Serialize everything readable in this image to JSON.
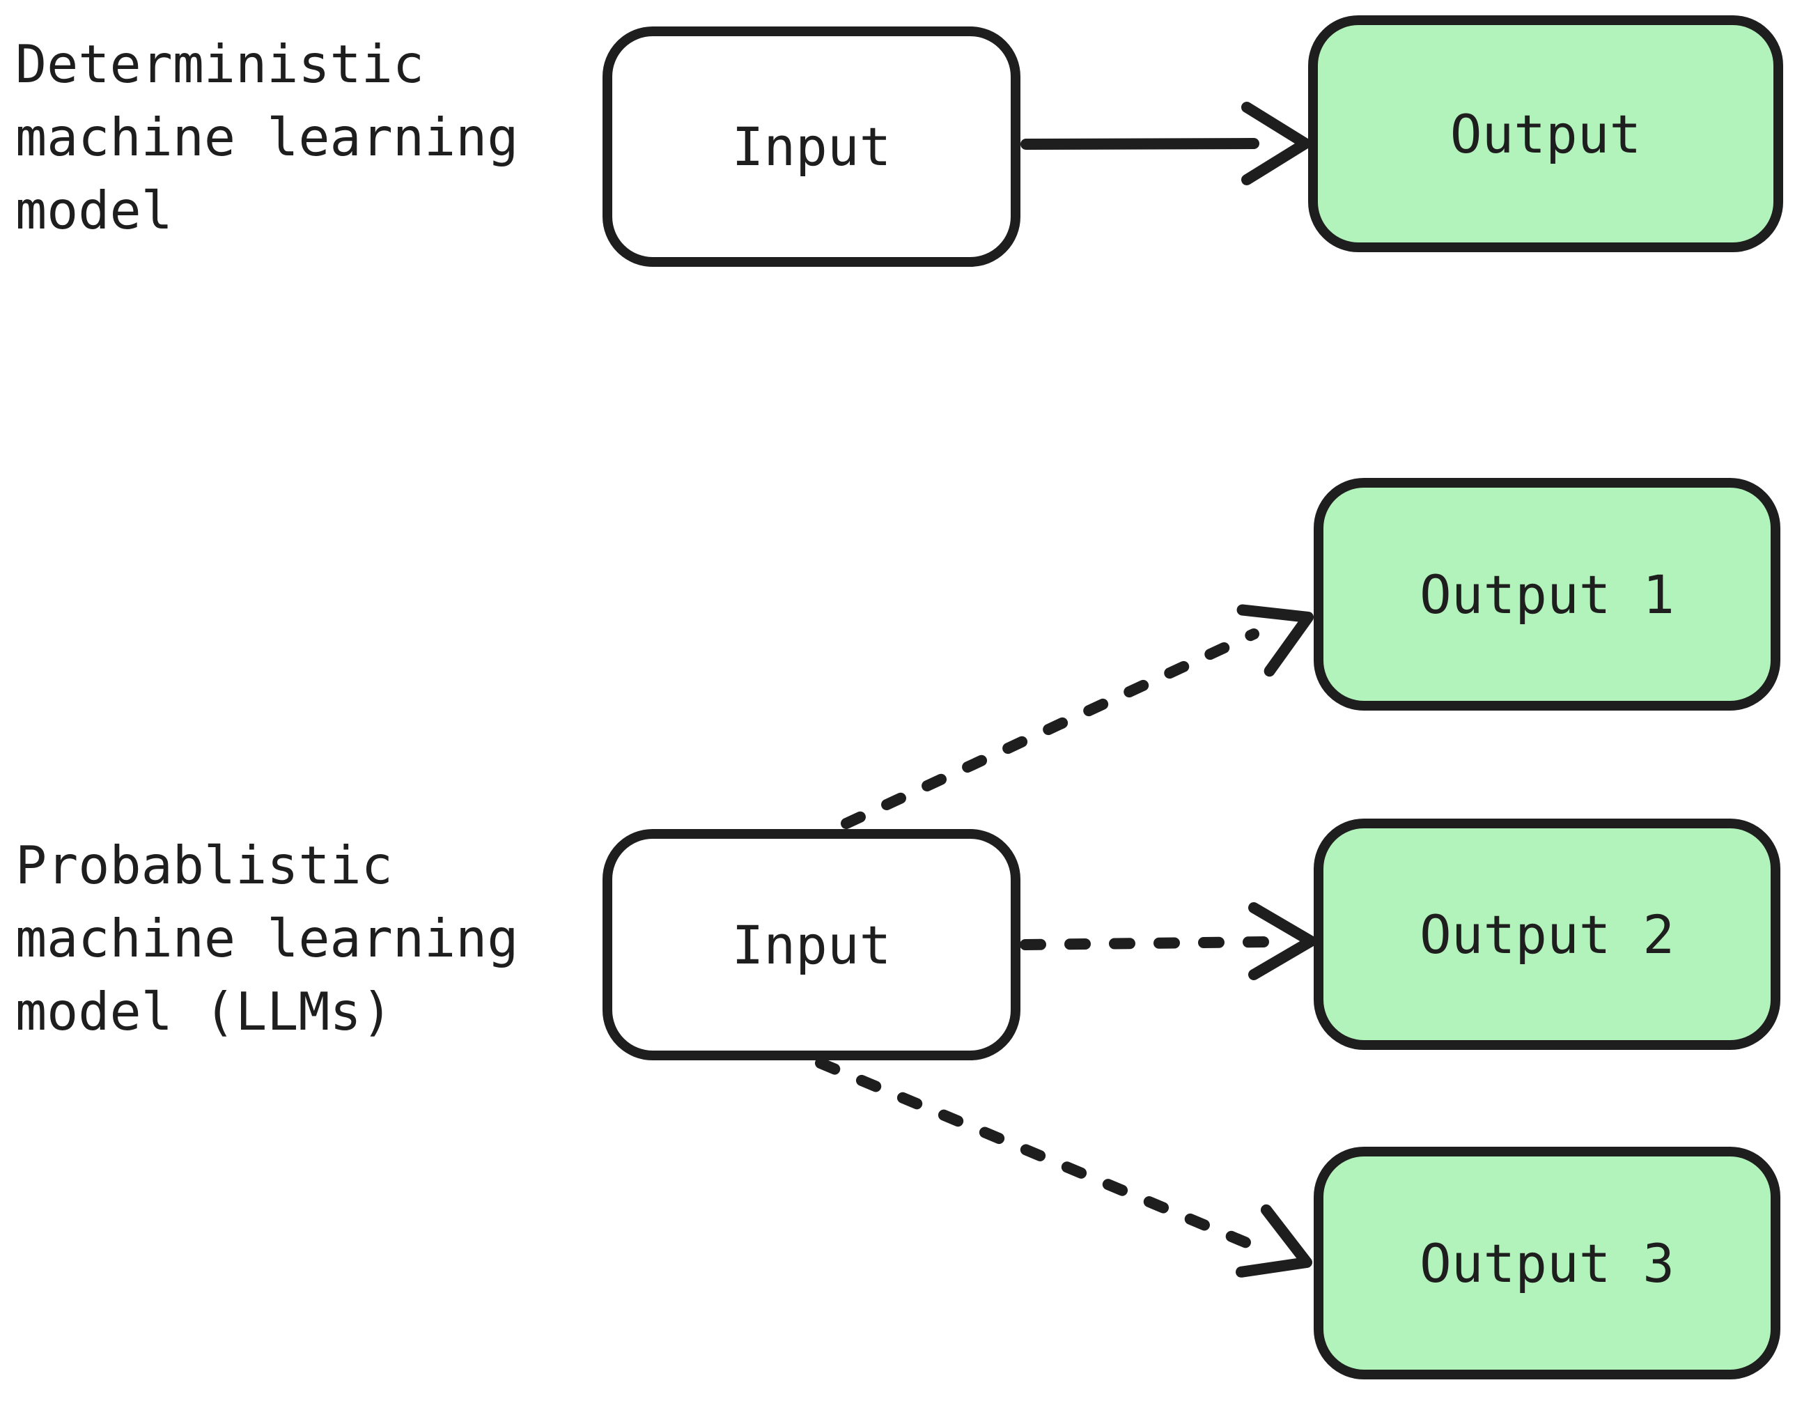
{
  "colors": {
    "stroke": "#1e1e1e",
    "green_fill": "#b2f2bb",
    "white_fill": "#ffffff",
    "background": "#ffffff"
  },
  "deterministic": {
    "label": "Deterministic\nmachine learning\nmodel",
    "input": "Input",
    "output": "Output"
  },
  "probabilistic": {
    "label": "Probablistic\nmachine learning\nmodel (LLMs)",
    "input": "Input",
    "outputs": [
      "Output 1",
      "Output 2",
      "Output 3"
    ]
  }
}
